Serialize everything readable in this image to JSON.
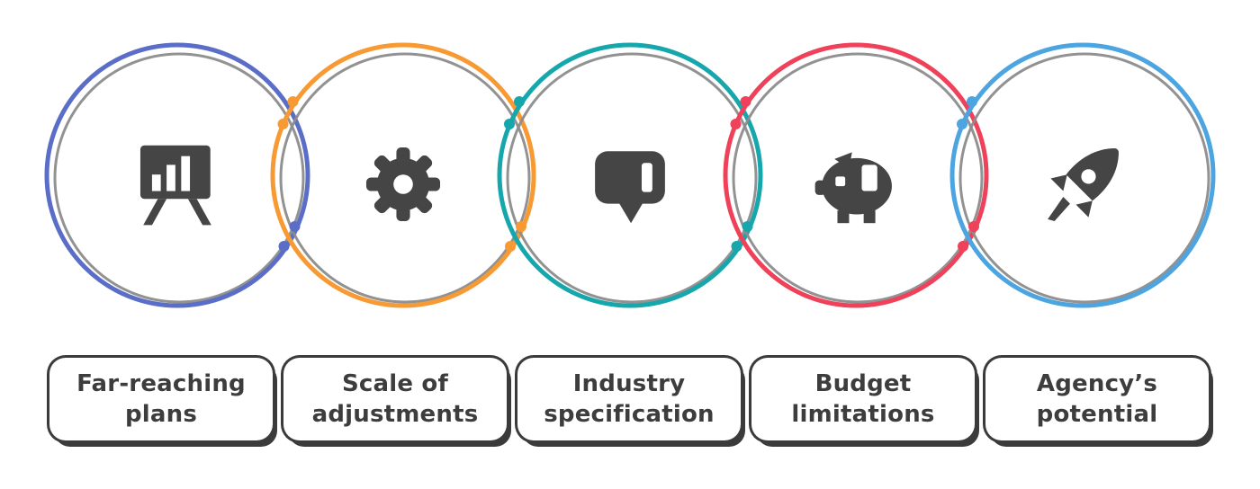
{
  "diagram": {
    "background_color": "#ffffff",
    "icon_color": "#454545",
    "sketch_color": "#8c8c8c",
    "label_text_color": "#3d3d3d",
    "label_border_color": "#3b3b3b",
    "items": [
      {
        "label": "Far-reaching\nplans",
        "color": "#5b6ec7",
        "icon": "presentation-board-icon"
      },
      {
        "label": "Scale of\nadjustments",
        "color": "#f89a33",
        "icon": "gear-icon"
      },
      {
        "label": "Industry\nspecification",
        "color": "#15a7ab",
        "icon": "speech-bubble-icon"
      },
      {
        "label": "Budget\nlimitations",
        "color": "#ef4159",
        "icon": "piggy-bank-icon"
      },
      {
        "label": "Agency’s\npotential",
        "color": "#4ca5e0",
        "icon": "rocket-icon"
      }
    ]
  }
}
